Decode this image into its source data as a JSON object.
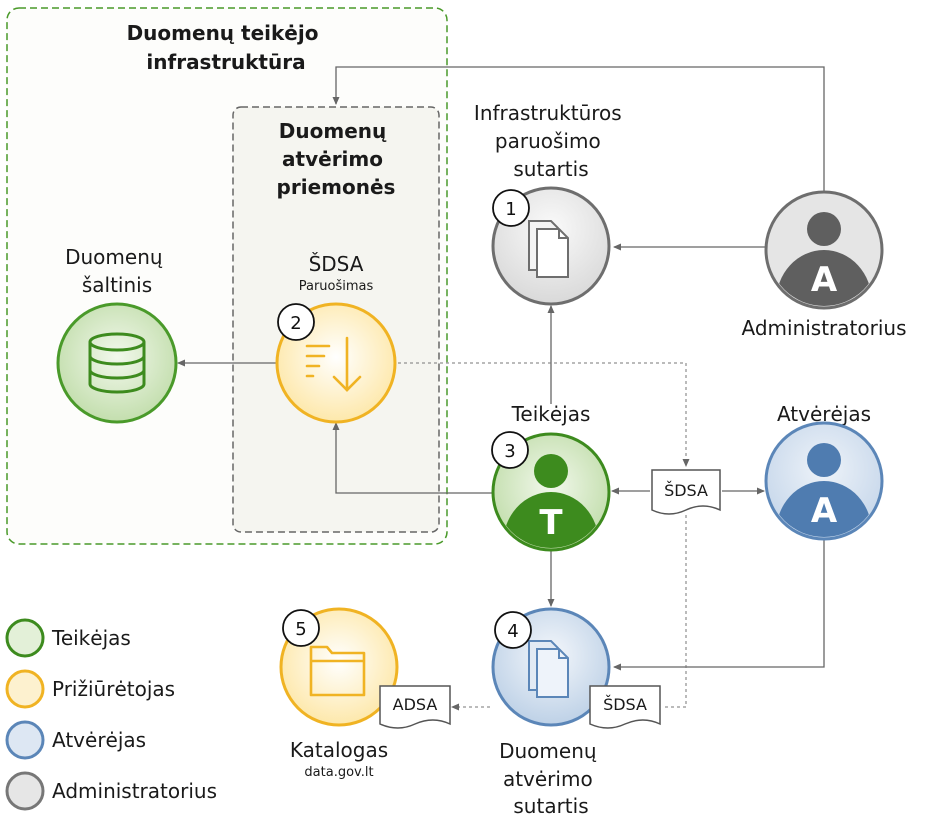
{
  "groups": {
    "provider_infrastructure": "Duomenų teikėjo\ninfrastruktūra",
    "opening_tools": "Duomenų\natvėrimo\npriemonės"
  },
  "nodes": {
    "data_source": {
      "label": "Duomenų\nšaltinis",
      "icon": "database-icon"
    },
    "sdsa_prep": {
      "label": "ŠDSA",
      "sublabel": "Paruošimas",
      "number": "2",
      "icon": "sort-download-icon"
    },
    "infra_contract": {
      "label": "Infrastruktūros\nparuošimo\nsutartis",
      "number": "1",
      "icon": "documents-icon"
    },
    "provider": {
      "label": "Teikėjas",
      "number": "3",
      "letter": "T"
    },
    "administrator": {
      "label": "Administratorius",
      "letter": "A"
    },
    "opener": {
      "label": "Atvėrėjas",
      "letter": "A"
    },
    "opening_contract": {
      "label": "Duomenų\natvėrimo\nsutartis",
      "number": "4",
      "icon": "documents-icon"
    },
    "catalog": {
      "label": "Katalogas",
      "sublabel": "data.gov.lt",
      "number": "5",
      "icon": "folder-icon"
    }
  },
  "documents": {
    "sdsa_mid": "ŠDSA",
    "sdsa_contract": "ŠDSA",
    "adsa": "ADSA"
  },
  "legend": [
    {
      "label": "Teikėjas",
      "color": "#3d8b1e",
      "fill": "#e3f0d8"
    },
    {
      "label": "Prižiūrėtojas",
      "color": "#f0b323",
      "fill": "#fdf1cf"
    },
    {
      "label": "Atvėrėjas",
      "color": "#5b86b8",
      "fill": "#dde7f3"
    },
    {
      "label": "Administratorius",
      "color": "#777777",
      "fill": "#e6e6e6"
    }
  ],
  "colors": {
    "provider": "#3d8b1e",
    "keeper": "#f0b323",
    "opener": "#5b86b8",
    "admin": "#6e6e6e",
    "arrow": "#555555"
  }
}
